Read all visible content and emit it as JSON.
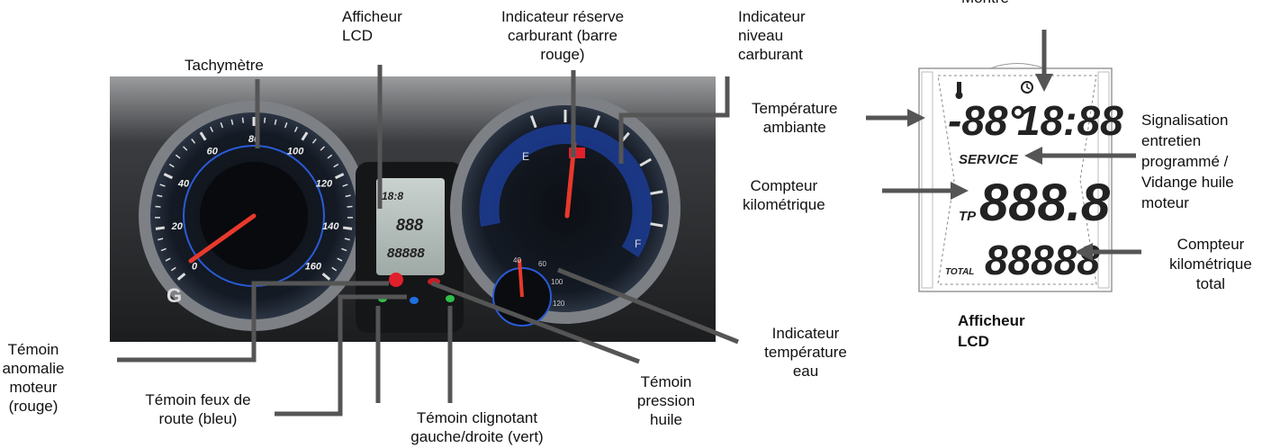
{
  "labels": {
    "tachymetre": "Tachymètre",
    "afficheur_lcd_top": [
      "Afficheur",
      "LCD"
    ],
    "reserve_carburant": [
      "Indicateur réserve",
      "carburant (barre",
      "rouge)"
    ],
    "niveau_carburant": [
      "Indicateur",
      "niveau",
      "carburant"
    ],
    "montre": "Montre",
    "temperature_ambiante": [
      "Température",
      "ambiante"
    ],
    "compteur_km": [
      "Compteur",
      "kilométrique"
    ],
    "signalisation_entretien": [
      "Signalisation",
      "entretien",
      "programmé /",
      "Vidange huile",
      "moteur"
    ],
    "compteur_km_total": [
      "Compteur",
      "kilométrique",
      "total"
    ],
    "afficheur_lcd_right": [
      "Afficheur",
      "LCD"
    ],
    "temoin_anomalie": [
      "Témoin",
      "anomalie",
      "moteur",
      "(rouge)"
    ],
    "temoin_feux_route": [
      "Témoin feux de",
      "route (bleu)"
    ],
    "temoin_clignotant": [
      "Témoin clignotant",
      "gauche/droite (vert)"
    ],
    "temoin_pression_huile": [
      "Témoin",
      "pression",
      "huile"
    ],
    "indicateur_temp_eau": [
      "Indicateur",
      "température",
      "eau"
    ]
  },
  "lcd": {
    "temp": "-88°",
    "clock": "18:88",
    "service": "SERVICE",
    "tp_label": "TP",
    "trip": "888.8",
    "total_label": "TOTAL",
    "total": "88888"
  },
  "speedometer_ticks": [
    "0",
    "20",
    "40",
    "60",
    "80",
    "100",
    "120",
    "140",
    "160"
  ],
  "fuel_gauge": {
    "empty": "E",
    "full": "F"
  },
  "temp_gauge_ticks": [
    "40",
    "60",
    "100",
    "120"
  ],
  "colors": {
    "arrow": "#555555",
    "needle": "#e8392b",
    "gauge_blue": "#2a5bd7",
    "warning_red": "#e0202a",
    "high_beam_blue": "#1f6fe0",
    "turn_green": "#2fbf4a"
  }
}
